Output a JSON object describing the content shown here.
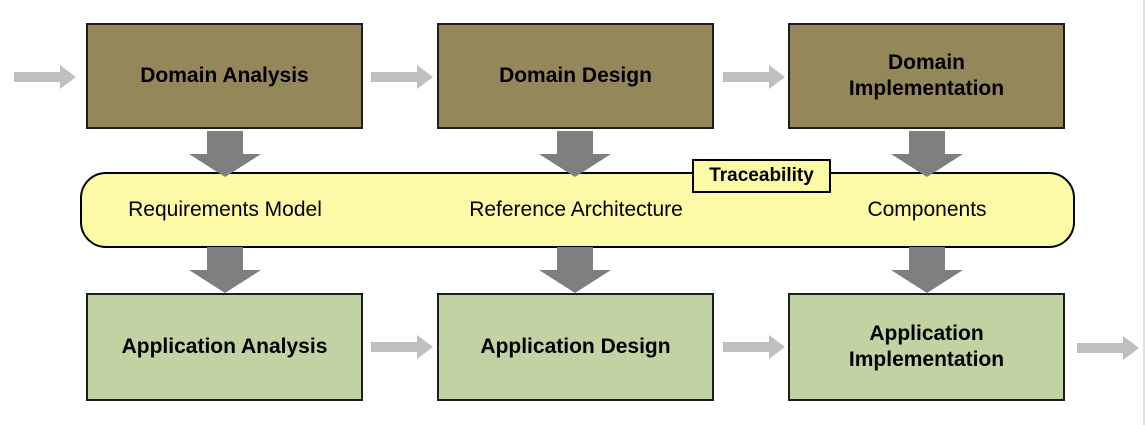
{
  "diagram": {
    "top_row": [
      {
        "label": "Domain Analysis"
      },
      {
        "label": "Domain Design"
      },
      {
        "label": "Domain Implementation"
      }
    ],
    "middle_band": {
      "tag": "Traceability",
      "items": [
        "Requirements Model",
        "Reference Architecture",
        "Components"
      ]
    },
    "bottom_row": [
      {
        "label": "Application Analysis"
      },
      {
        "label": "Application Design"
      },
      {
        "label": "Application Implementation"
      }
    ],
    "icons": {
      "right_arrow": "→",
      "down_arrow": "▼"
    },
    "colors": {
      "domain_box": "#94875A",
      "application_box": "#C1D3A2",
      "band_fill": "#FCFAA6",
      "box_border": "#1D1D1D",
      "band_border": "#000000",
      "horizontal_arrow": "#BFBFBF",
      "vertical_arrow": "#7F7F7F",
      "page_edge_line": "#E0E0E0",
      "text": "#000000"
    }
  }
}
